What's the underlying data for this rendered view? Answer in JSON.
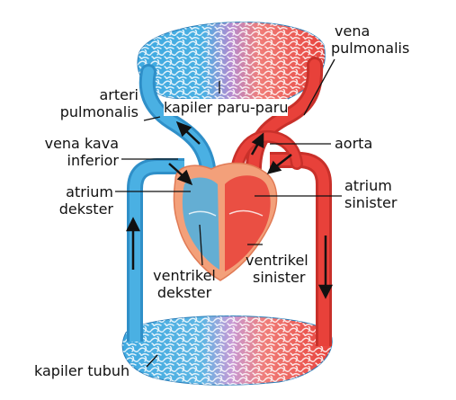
{
  "labels": {
    "vena_pulmonalis": [
      "vena",
      "pulmonalis"
    ],
    "arteri_pulmonalis": [
      "arteri",
      "pulmonalis"
    ],
    "kapiler_paru": "kapiler paru-paru",
    "vena_kava": [
      "vena kava",
      "inferior"
    ],
    "aorta": "aorta",
    "atrium_dekster": [
      "atrium",
      "dekster"
    ],
    "atrium_sinister": [
      "atrium",
      "sinister"
    ],
    "ventrikel_sinister": [
      "ventrikel",
      "sinister"
    ],
    "ventrikel_dekster": [
      "ventrikel",
      "dekster"
    ],
    "kapiler_tubuh": "kapiler tubuh"
  },
  "colors": {
    "deoxygenated": "#3fa9e0",
    "oxygenated": "#e8413a",
    "capillary_mix": "#b58ad0",
    "heart": "#f3a07a"
  }
}
